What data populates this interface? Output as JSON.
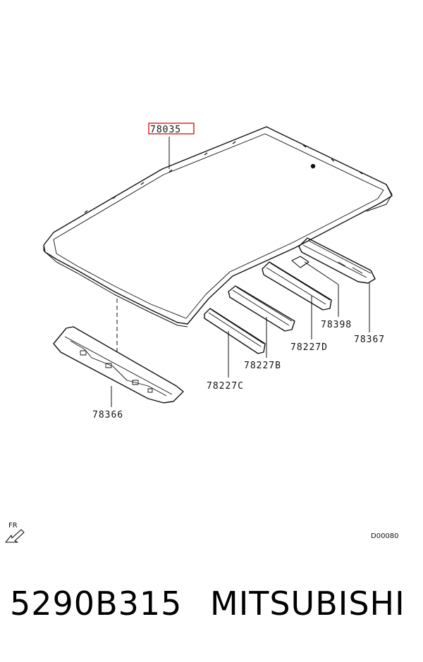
{
  "diagram": {
    "callouts": {
      "roof_panel": "78035",
      "rear_header": "78366",
      "bow_c": "78227C",
      "bow_b": "78227B",
      "bow_d": "78227D",
      "pad": "78398",
      "front_rail": "78367"
    },
    "direction_label": "FR",
    "drawing_code": "D00080",
    "highlight_color": "#e0191b"
  },
  "footer": {
    "part_number": "5290B315",
    "brand": "MITSUBISHI"
  }
}
